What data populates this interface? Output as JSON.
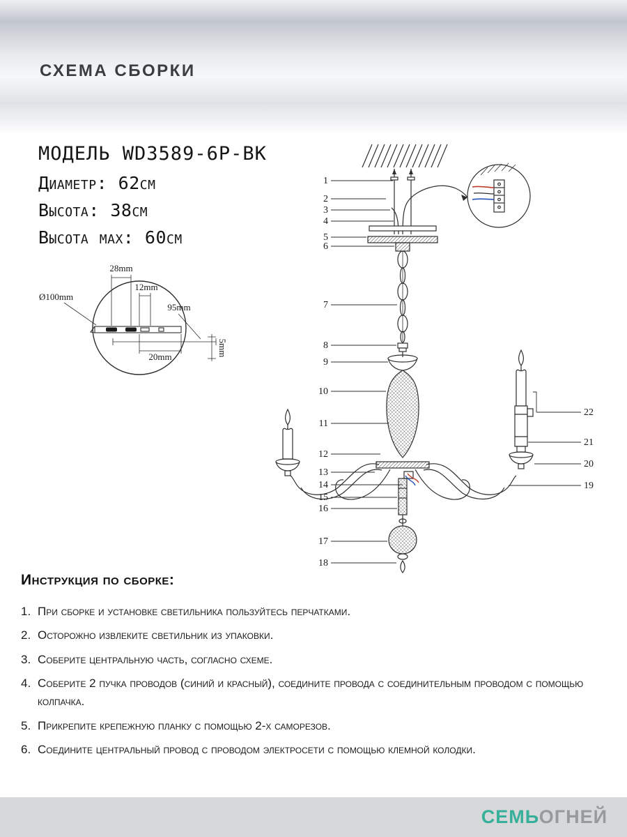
{
  "header": {
    "title": "СХЕМА СБОРКИ"
  },
  "model": {
    "name": "МОДЕЛЬ WD3589-6P-BK",
    "diameter": "Диаметр: 62см",
    "height": "Высота: 38см",
    "height_max": "Высота max: 60см"
  },
  "detail": {
    "dims": [
      "28mm",
      "12mm",
      "95mm",
      "Ø100mm",
      "20mm",
      "5mm"
    ]
  },
  "diagram": {
    "parts": [
      "1",
      "2",
      "3",
      "4",
      "5",
      "6",
      "7",
      "8",
      "9",
      "10",
      "11",
      "12",
      "13",
      "14",
      "15",
      "16",
      "17",
      "18",
      "19",
      "20",
      "21",
      "22"
    ]
  },
  "instructions": {
    "title": "Инструкция по сборке:",
    "items": [
      {
        "num": "1.",
        "text": "При сборке и установке светильника пользуйтесь перчатками."
      },
      {
        "num": "2.",
        "text": "Осторожно извлеките светильник из упаковки."
      },
      {
        "num": "3.",
        "text": "Соберите центральную часть, согласно схеме."
      },
      {
        "num": "4.",
        "text": "Соберите 2 пучка проводов (синий и красный), соедините провода с соединительным проводом с помощью колпачка."
      },
      {
        "num": "5.",
        "text": "Прикрепите крепежную планку с помощью 2-х саморезов."
      },
      {
        "num": "6.",
        "text": "Соедините центральный провод с проводом электросети с помощью клемной колодки."
      }
    ]
  },
  "footer": {
    "brand_highlight": "СЕМЬ",
    "brand_rest": "ОГНЕЙ"
  },
  "colors": {
    "accent_teal": "#36b09a",
    "wire_red": "#c0392b",
    "wire_blue": "#2753b5"
  }
}
